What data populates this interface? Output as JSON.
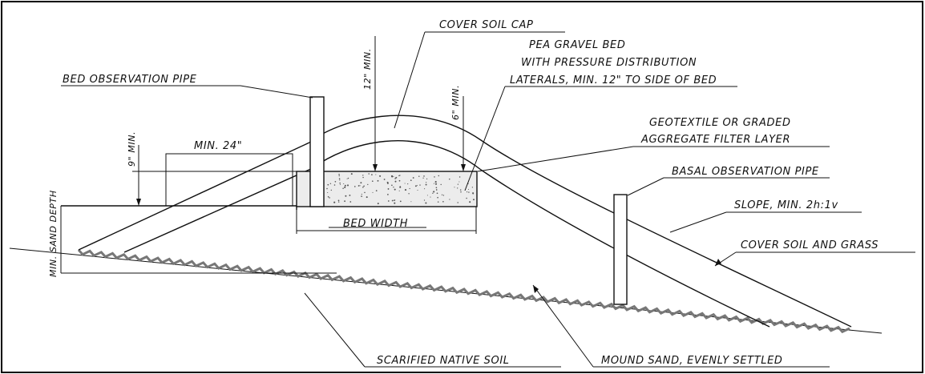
{
  "labels": {
    "cover_soil_cap": "COVER SOIL CAP",
    "pea_gravel_line1": "PEA GRAVEL BED",
    "pea_gravel_line2": "WITH PRESSURE DISTRIBUTION",
    "pea_gravel_line3": "LATERALS, MIN. 12\" TO SIDE OF BED",
    "geotextile_line1": "GEOTEXTILE OR GRADED",
    "geotextile_line2": "AGGREGATE FILTER LAYER",
    "bed_observation_pipe": "BED OBSERVATION PIPE",
    "basal_observation_pipe": "BASAL OBSERVATION PIPE",
    "slope": "SLOPE, MIN. 2h:1v",
    "cover_soil_grass": "COVER SOIL AND GRASS",
    "scarified_native_soil": "SCARIFIED NATIVE SOIL",
    "mound_sand": "MOUND SAND, EVENLY SETTLED",
    "bed_width": "BED WIDTH"
  },
  "dimensions": {
    "min_24": "MIN. 24\"",
    "min_12": "12\" MIN.",
    "min_6": "6\" MIN.",
    "min_9": "9\" MIN.",
    "min_sand_depth": "MIN. SAND DEPTH"
  },
  "colors": {
    "line": "#111111",
    "native_soil_hatch": "#777777",
    "gravel_fill": "#ececec"
  }
}
